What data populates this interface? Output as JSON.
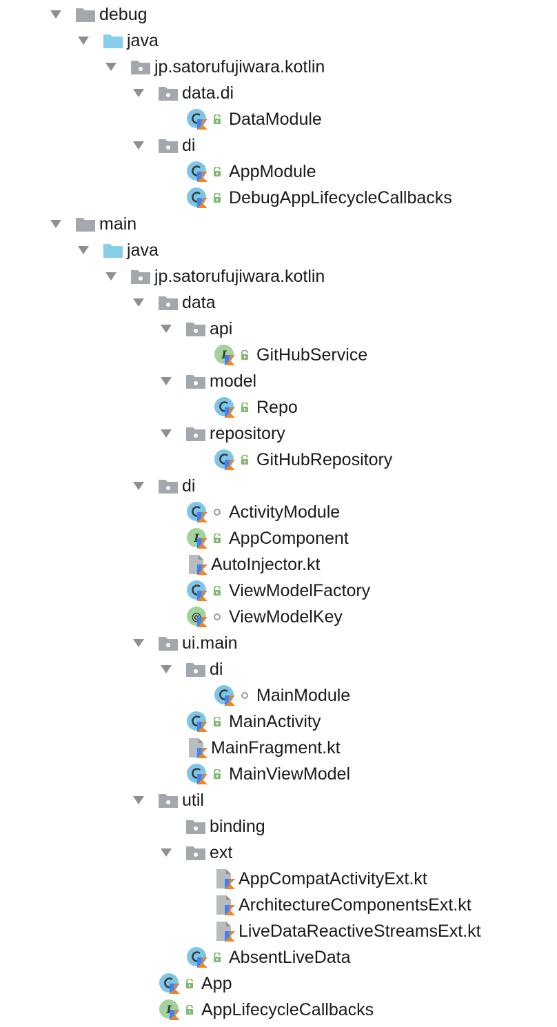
{
  "colors": {
    "arrow": "#8e8e93",
    "folder": "#a2a8ae",
    "source_folder": "#88cdea",
    "class_circle": "#7ec6e8",
    "interface_circle": "#a3d29a",
    "kotlin_blue": "#3e83f5",
    "kotlin_orange": "#f5841f",
    "public_lock": "#7fba70",
    "package_private": "#9b9b9b",
    "text": "#1a1a1a"
  },
  "tree": [
    {
      "label": "debug",
      "depth": 0,
      "expanded": true,
      "icon": "folder-icon"
    },
    {
      "label": "java",
      "depth": 1,
      "expanded": true,
      "icon": "source-folder-icon"
    },
    {
      "label": "jp.satorufujiwara.kotlin",
      "depth": 2,
      "expanded": true,
      "icon": "package-icon"
    },
    {
      "label": "data.di",
      "depth": 3,
      "expanded": true,
      "icon": "package-icon"
    },
    {
      "label": "DataModule",
      "depth": 4,
      "icon": "kotlin-class-icon",
      "vis": "public-lock-icon"
    },
    {
      "label": "di",
      "depth": 3,
      "expanded": true,
      "icon": "package-icon"
    },
    {
      "label": "AppModule",
      "depth": 4,
      "icon": "kotlin-class-icon",
      "vis": "public-lock-icon"
    },
    {
      "label": "DebugAppLifecycleCallbacks",
      "depth": 4,
      "icon": "kotlin-class-icon",
      "vis": "public-lock-icon"
    },
    {
      "label": "main",
      "depth": 0,
      "expanded": true,
      "icon": "folder-icon"
    },
    {
      "label": "java",
      "depth": 1,
      "expanded": true,
      "icon": "source-folder-icon"
    },
    {
      "label": "jp.satorufujiwara.kotlin",
      "depth": 2,
      "expanded": true,
      "icon": "package-icon"
    },
    {
      "label": "data",
      "depth": 3,
      "expanded": true,
      "icon": "package-icon"
    },
    {
      "label": "api",
      "depth": 4,
      "expanded": true,
      "icon": "package-icon"
    },
    {
      "label": "GitHubService",
      "depth": 5,
      "icon": "kotlin-interface-icon",
      "vis": "public-lock-icon"
    },
    {
      "label": "model",
      "depth": 4,
      "expanded": true,
      "icon": "package-icon"
    },
    {
      "label": "Repo",
      "depth": 5,
      "icon": "kotlin-class-icon",
      "vis": "public-lock-icon"
    },
    {
      "label": "repository",
      "depth": 4,
      "expanded": true,
      "icon": "package-icon"
    },
    {
      "label": "GitHubRepository",
      "depth": 5,
      "icon": "kotlin-class-icon",
      "vis": "public-lock-icon"
    },
    {
      "label": "di",
      "depth": 3,
      "expanded": true,
      "icon": "package-icon"
    },
    {
      "label": "ActivityModule",
      "depth": 4,
      "icon": "kotlin-class-icon",
      "vis": "package-private-icon"
    },
    {
      "label": "AppComponent",
      "depth": 4,
      "icon": "kotlin-interface-icon",
      "vis": "public-lock-icon"
    },
    {
      "label": "AutoInjector.kt",
      "depth": 4,
      "icon": "kotlin-file-icon"
    },
    {
      "label": "ViewModelFactory",
      "depth": 4,
      "icon": "kotlin-class-icon",
      "vis": "public-lock-icon"
    },
    {
      "label": "ViewModelKey",
      "depth": 4,
      "icon": "kotlin-annotation-icon",
      "vis": "package-private-icon"
    },
    {
      "label": "ui.main",
      "depth": 3,
      "expanded": true,
      "icon": "package-icon"
    },
    {
      "label": "di",
      "depth": 4,
      "expanded": true,
      "icon": "package-icon"
    },
    {
      "label": "MainModule",
      "depth": 5,
      "icon": "kotlin-class-icon",
      "vis": "package-private-icon"
    },
    {
      "label": "MainActivity",
      "depth": 4,
      "icon": "kotlin-class-icon",
      "vis": "public-lock-icon"
    },
    {
      "label": "MainFragment.kt",
      "depth": 4,
      "icon": "kotlin-file-icon"
    },
    {
      "label": "MainViewModel",
      "depth": 4,
      "icon": "kotlin-class-icon",
      "vis": "public-lock-icon"
    },
    {
      "label": "util",
      "depth": 3,
      "expanded": true,
      "icon": "package-icon"
    },
    {
      "label": "binding",
      "depth": 4,
      "icon": "package-icon"
    },
    {
      "label": "ext",
      "depth": 4,
      "expanded": true,
      "icon": "package-icon"
    },
    {
      "label": "AppCompatActivityExt.kt",
      "depth": 5,
      "icon": "kotlin-file-icon"
    },
    {
      "label": "ArchitectureComponentsExt.kt",
      "depth": 5,
      "icon": "kotlin-file-icon"
    },
    {
      "label": "LiveDataReactiveStreamsExt.kt",
      "depth": 5,
      "icon": "kotlin-file-icon"
    },
    {
      "label": "AbsentLiveData",
      "depth": 4,
      "icon": "kotlin-class-icon",
      "vis": "public-lock-icon"
    },
    {
      "label": "App",
      "depth": 3,
      "icon": "kotlin-class-icon",
      "vis": "public-lock-icon"
    },
    {
      "label": "AppLifecycleCallbacks",
      "depth": 3,
      "icon": "kotlin-interface-icon",
      "vis": "public-lock-icon"
    }
  ]
}
